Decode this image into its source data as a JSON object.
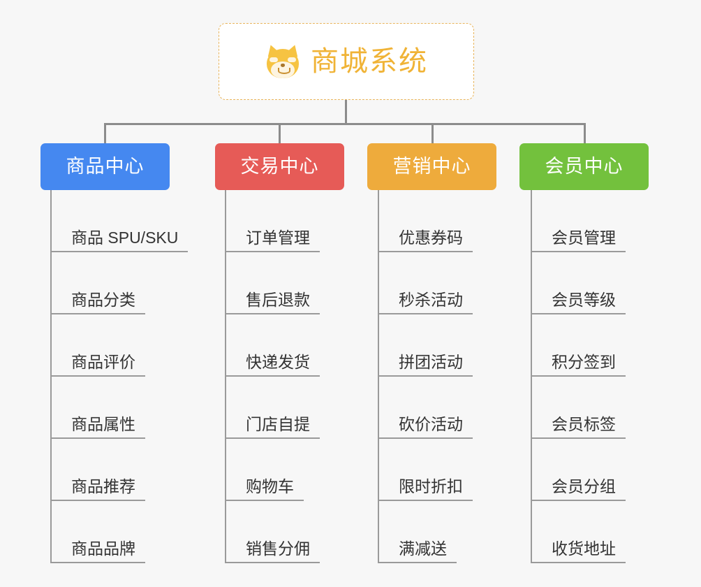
{
  "root": {
    "title": "商城系统",
    "icon": "shiba-inu-icon",
    "border_color": "#e8b45a",
    "text_color": "#f0b336",
    "background": "#ffffff"
  },
  "canvas": {
    "background": "#f7f7f7",
    "connector_color": "#8c8c8c",
    "leaf_line_color": "#9a9a9a",
    "leaf_text_color": "#333333"
  },
  "columns": [
    {
      "id": "product-center",
      "label": "商品中心",
      "color": "#4588f0",
      "items": [
        "商品 SPU/SKU",
        "商品分类",
        "商品评价",
        "商品属性",
        "商品推荐",
        "商品品牌"
      ]
    },
    {
      "id": "trade-center",
      "label": "交易中心",
      "color": "#e65b57",
      "items": [
        "订单管理",
        "售后退款",
        "快递发货",
        "门店自提",
        "购物车",
        "销售分佣"
      ]
    },
    {
      "id": "marketing-center",
      "label": "营销中心",
      "color": "#eeab3c",
      "items": [
        "优惠券码",
        "秒杀活动",
        "拼团活动",
        "砍价活动",
        "限时折扣",
        "满减送"
      ]
    },
    {
      "id": "member-center",
      "label": "会员中心",
      "color": "#73c13d",
      "items": [
        "会员管理",
        "会员等级",
        "积分签到",
        "会员标签",
        "会员分组",
        "收货地址"
      ]
    }
  ]
}
